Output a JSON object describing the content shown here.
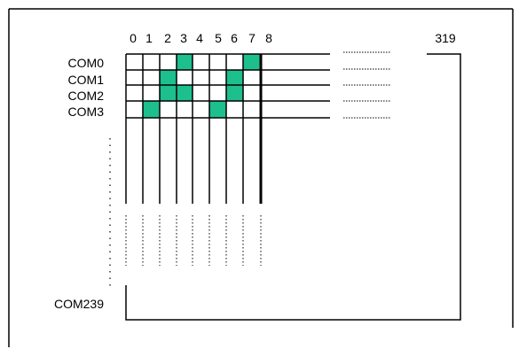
{
  "column_labels": [
    "0",
    "1",
    "2",
    "3",
    "4",
    "5",
    "6",
    "7",
    "8"
  ],
  "last_column_label": "319",
  "row_labels": [
    "COM0",
    "COM1",
    "COM2",
    "COM3"
  ],
  "last_row_label": "COM239",
  "lit_pixels": [
    {
      "row": 0,
      "col": 3
    },
    {
      "row": 0,
      "col": 7
    },
    {
      "row": 1,
      "col": 2
    },
    {
      "row": 1,
      "col": 6
    },
    {
      "row": 2,
      "col": 2
    },
    {
      "row": 2,
      "col": 3
    },
    {
      "row": 2,
      "col": 6
    },
    {
      "row": 3,
      "col": 1
    },
    {
      "row": 3,
      "col": 5
    }
  ],
  "colors": {
    "lit": "#1dbf8d",
    "line": "#000000",
    "background": "#ffffff"
  }
}
